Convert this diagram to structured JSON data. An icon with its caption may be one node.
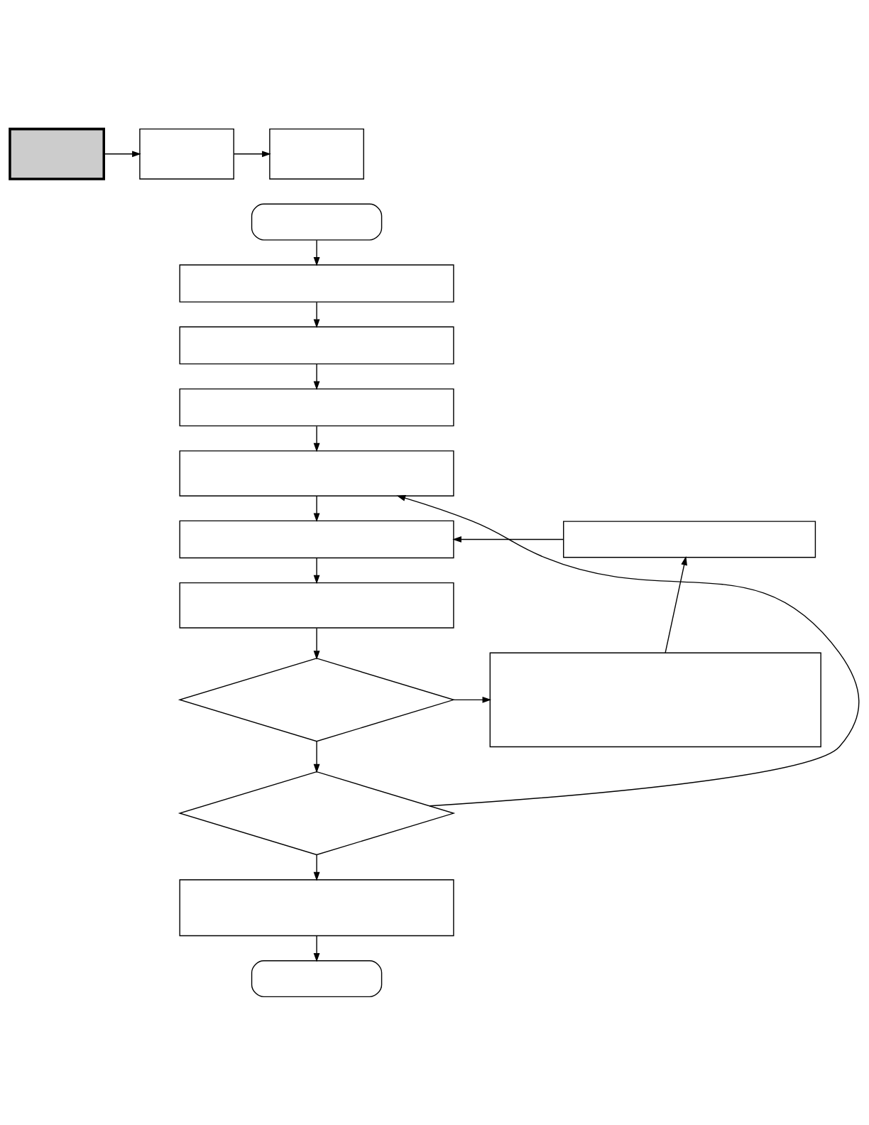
{
  "diagram": {
    "nodes": [
      {
        "text": [],
        "shape": "box"
      },
      {
        "text": [],
        "shape": "box"
      },
      {
        "text": [],
        "shape": "box"
      },
      {
        "text": [],
        "shape": "oval"
      },
      {
        "text": [],
        "shape": "box"
      },
      {
        "text": [],
        "shape": "box"
      },
      {
        "text": [],
        "shape": "box"
      },
      {
        "text": [],
        "shape": "box"
      },
      {
        "text": [],
        "shape": "box"
      },
      {
        "text": [],
        "shape": "box"
      },
      {
        "text": [],
        "shape": "box"
      },
      {
        "text": [],
        "shape": "diamond"
      },
      {
        "text": [],
        "shape": "box"
      },
      {
        "text": [],
        "shape": "diamond"
      },
      {
        "text": [],
        "shape": "box"
      },
      {
        "text": [],
        "shape": "oval"
      }
    ],
    "edges": [
      {
        "from": 0,
        "to": 1,
        "arrow": "to"
      },
      {
        "from": 1,
        "to": 2,
        "arrow": "to"
      },
      {
        "from": 3,
        "to": 4,
        "arrow": "to"
      },
      {
        "from": 4,
        "to": 5,
        "arrow": "to"
      },
      {
        "from": 5,
        "to": 6,
        "arrow": "to"
      },
      {
        "from": 6,
        "to": 7,
        "arrow": "to"
      },
      {
        "from": 7,
        "to": 8,
        "arrow": "to"
      },
      {
        "from": 9,
        "to": 8,
        "arrow": "to"
      },
      {
        "from": 8,
        "to": 10,
        "arrow": "to"
      },
      {
        "from": 10,
        "to": 11,
        "arrow": "to"
      },
      {
        "from": 11,
        "to": 12,
        "arrow": "to"
      },
      {
        "from": 12,
        "to": 9,
        "arrow": "to"
      },
      {
        "from": 11,
        "to": 13,
        "arrow": "to"
      },
      {
        "from": 13,
        "to": 7,
        "arrow": "to"
      },
      {
        "from": 13,
        "to": 14,
        "arrow": "to"
      },
      {
        "from": 14,
        "to": 15,
        "arrow": "to"
      }
    ]
  }
}
